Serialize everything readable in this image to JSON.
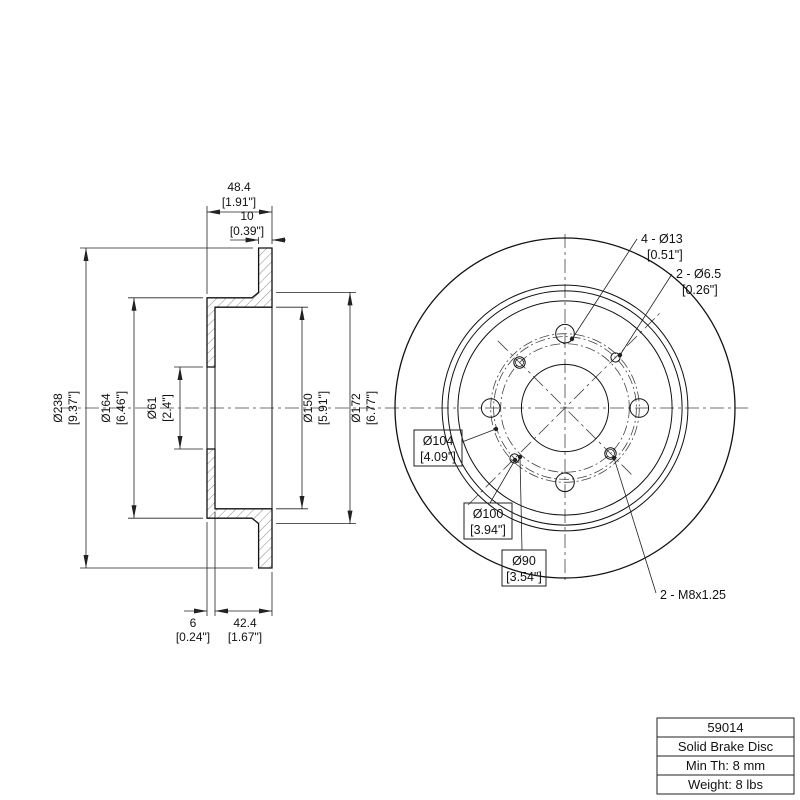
{
  "dims": {
    "od": {
      "mm": "Ø238",
      "in": "[9.37\"]"
    },
    "hat_od": {
      "mm": "Ø164",
      "in": "[6.46\"]"
    },
    "bore": {
      "mm": "Ø61",
      "in": "[2.4\"]"
    },
    "recess": {
      "mm": "Ø150",
      "in": "[5.91\"]"
    },
    "fric_id": {
      "mm": "Ø172",
      "in": "[6.77\"]"
    },
    "width": {
      "mm": "48.4",
      "in": "[1.91\"]"
    },
    "disc_th": {
      "mm": "10",
      "in": "[0.39\"]"
    },
    "plate_th": {
      "mm": "6",
      "in": "[0.24\"]"
    },
    "hat_depth": {
      "mm": "42.4",
      "in": "[1.67\"]"
    }
  },
  "front": {
    "bolt_holes": {
      "l1": "4 - Ø13",
      "l2": "[0.51\"]"
    },
    "small_holes": {
      "l1": "2 - Ø6.5",
      "l2": "[0.26\"]"
    },
    "bolt_circle": {
      "mm": "Ø104",
      "in": "[4.09\"]"
    },
    "c100": {
      "mm": "Ø100",
      "in": "[3.94\"]"
    },
    "c90": {
      "mm": "Ø90",
      "in": "[3.54\"]"
    },
    "thread": "2 - M8x1.25"
  },
  "title_block": {
    "part_number": "59014",
    "description": "Solid Brake Disc",
    "min_th": "Min Th: 8 mm",
    "weight": "Weight: 8 lbs"
  }
}
